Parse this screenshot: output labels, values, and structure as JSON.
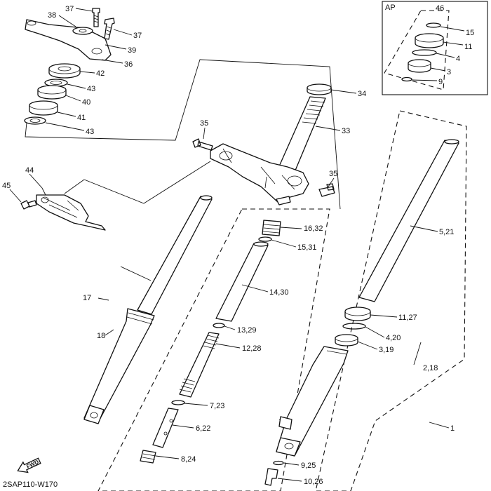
{
  "inset": {
    "title": "AP"
  },
  "drawing_code": "2SAP110-W170",
  "fwd_label": "FWD",
  "callouts": [
    {
      "id": "c37a",
      "text": "37"
    },
    {
      "id": "c38",
      "text": "38"
    },
    {
      "id": "c37b",
      "text": "37"
    },
    {
      "id": "c39",
      "text": "39"
    },
    {
      "id": "c36",
      "text": "36"
    },
    {
      "id": "c42",
      "text": "42"
    },
    {
      "id": "c43a",
      "text": "43"
    },
    {
      "id": "c40",
      "text": "40"
    },
    {
      "id": "c41",
      "text": "41"
    },
    {
      "id": "c43b",
      "text": "43"
    },
    {
      "id": "c46",
      "text": "46"
    },
    {
      "id": "c15",
      "text": "15"
    },
    {
      "id": "c11",
      "text": "11"
    },
    {
      "id": "c4",
      "text": "4"
    },
    {
      "id": "c3",
      "text": "3"
    },
    {
      "id": "c9",
      "text": "9"
    },
    {
      "id": "c34",
      "text": "34"
    },
    {
      "id": "c33",
      "text": "33"
    },
    {
      "id": "c35a",
      "text": "35"
    },
    {
      "id": "c35b",
      "text": "35"
    },
    {
      "id": "c44",
      "text": "44"
    },
    {
      "id": "c45",
      "text": "45"
    },
    {
      "id": "c16_32",
      "text": "16,32"
    },
    {
      "id": "c15_31",
      "text": "15,31"
    },
    {
      "id": "c5_21",
      "text": "5,21"
    },
    {
      "id": "c14_30",
      "text": "14,30"
    },
    {
      "id": "c17",
      "text": "17"
    },
    {
      "id": "c18",
      "text": "18"
    },
    {
      "id": "c11_27",
      "text": "11,27"
    },
    {
      "id": "c13_29",
      "text": "13,29"
    },
    {
      "id": "c4_20",
      "text": "4,20"
    },
    {
      "id": "c12_28",
      "text": "12,28"
    },
    {
      "id": "c3_19",
      "text": "3,19"
    },
    {
      "id": "c2_18",
      "text": "2,18"
    },
    {
      "id": "c7_23",
      "text": "7,23"
    },
    {
      "id": "c6_22",
      "text": "6,22"
    },
    {
      "id": "c1",
      "text": "1"
    },
    {
      "id": "c8_24",
      "text": "8,24"
    },
    {
      "id": "c9_25",
      "text": "9,25"
    },
    {
      "id": "c10_26",
      "text": "10,26"
    }
  ]
}
